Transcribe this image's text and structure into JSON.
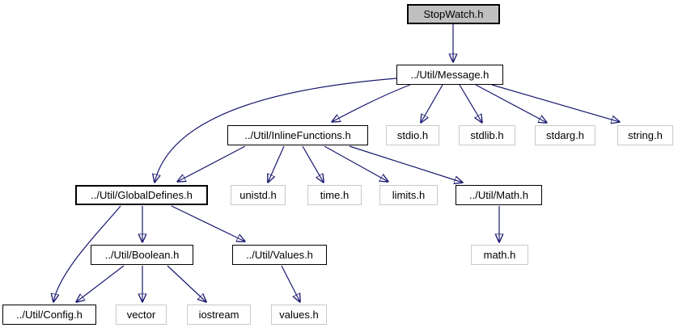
{
  "colors": {
    "edge": "#191970",
    "node_border": "#000000",
    "system_border": "#c9c9c9",
    "root_fill": "#c0c0c0",
    "node_fill": "#ffffff",
    "text": "#000000",
    "background": "#ffffff"
  },
  "graph": {
    "type": "include-dependency-graph",
    "root": "StopWatch.h",
    "nodes": {
      "stopwatch": {
        "label": "StopWatch.h"
      },
      "message": {
        "label": "../Util/Message.h"
      },
      "inlinefunctions": {
        "label": "../Util/InlineFunctions.h"
      },
      "stdio": {
        "label": "stdio.h"
      },
      "stdlib": {
        "label": "stdlib.h"
      },
      "stdarg": {
        "label": "stdarg.h"
      },
      "string": {
        "label": "string.h"
      },
      "globaldefines": {
        "label": "../Util/GlobalDefines.h"
      },
      "unistd": {
        "label": "unistd.h"
      },
      "time": {
        "label": "time.h"
      },
      "limits": {
        "label": "limits.h"
      },
      "math_util": {
        "label": "../Util/Math.h"
      },
      "boolean": {
        "label": "../Util/Boolean.h"
      },
      "values_util": {
        "label": "../Util/Values.h"
      },
      "math": {
        "label": "math.h"
      },
      "config": {
        "label": "../Util/Config.h"
      },
      "vector": {
        "label": "vector"
      },
      "iostream": {
        "label": "iostream"
      },
      "values": {
        "label": "values.h"
      }
    },
    "edges": [
      {
        "from": "StopWatch.h",
        "to": "../Util/Message.h"
      },
      {
        "from": "../Util/Message.h",
        "to": "../Util/InlineFunctions.h"
      },
      {
        "from": "../Util/Message.h",
        "to": "../Util/GlobalDefines.h"
      },
      {
        "from": "../Util/Message.h",
        "to": "stdio.h"
      },
      {
        "from": "../Util/Message.h",
        "to": "stdlib.h"
      },
      {
        "from": "../Util/Message.h",
        "to": "stdarg.h"
      },
      {
        "from": "../Util/Message.h",
        "to": "string.h"
      },
      {
        "from": "../Util/InlineFunctions.h",
        "to": "../Util/GlobalDefines.h"
      },
      {
        "from": "../Util/InlineFunctions.h",
        "to": "unistd.h"
      },
      {
        "from": "../Util/InlineFunctions.h",
        "to": "time.h"
      },
      {
        "from": "../Util/InlineFunctions.h",
        "to": "limits.h"
      },
      {
        "from": "../Util/InlineFunctions.h",
        "to": "../Util/Math.h"
      },
      {
        "from": "../Util/Math.h",
        "to": "math.h"
      },
      {
        "from": "../Util/GlobalDefines.h",
        "to": "../Util/Boolean.h"
      },
      {
        "from": "../Util/GlobalDefines.h",
        "to": "../Util/Values.h"
      },
      {
        "from": "../Util/GlobalDefines.h",
        "to": "../Util/Config.h"
      },
      {
        "from": "../Util/Boolean.h",
        "to": "../Util/Config.h"
      },
      {
        "from": "../Util/Boolean.h",
        "to": "vector"
      },
      {
        "from": "../Util/Boolean.h",
        "to": "iostream"
      },
      {
        "from": "../Util/Values.h",
        "to": "values.h"
      }
    ]
  }
}
